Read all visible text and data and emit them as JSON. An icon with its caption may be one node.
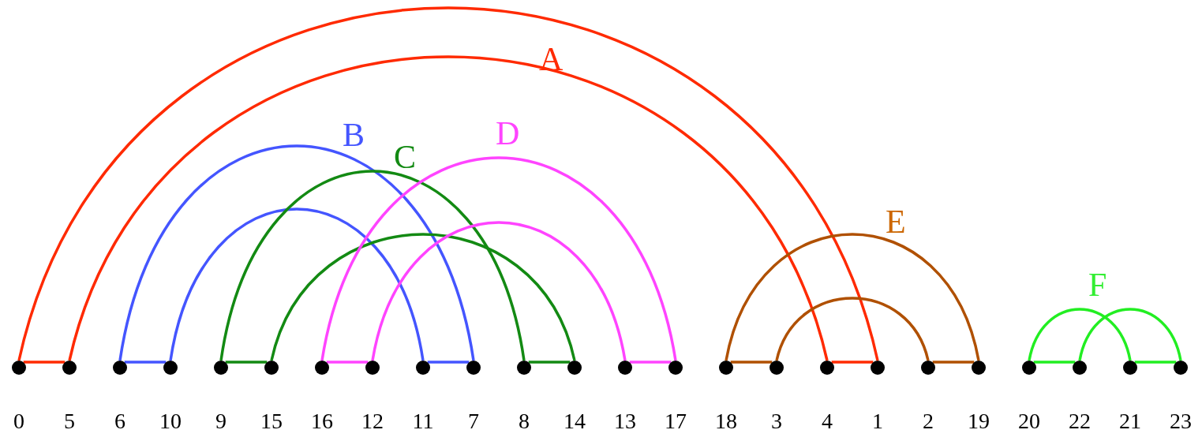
{
  "diagram": {
    "nodes": [
      {
        "text": [
          "0"
        ]
      },
      {
        "text": [
          "5"
        ]
      },
      {
        "text": [
          "6"
        ]
      },
      {
        "text": [
          "10"
        ]
      },
      {
        "text": [
          "9"
        ]
      },
      {
        "text": [
          "15"
        ]
      },
      {
        "text": [
          "16"
        ]
      },
      {
        "text": [
          "12"
        ]
      },
      {
        "text": [
          "11"
        ]
      },
      {
        "text": [
          "7"
        ]
      },
      {
        "text": [
          "8"
        ]
      },
      {
        "text": [
          "14"
        ]
      },
      {
        "text": [
          "13"
        ]
      },
      {
        "text": [
          "17"
        ]
      },
      {
        "text": [
          "18"
        ]
      },
      {
        "text": [
          "3"
        ]
      },
      {
        "text": [
          "4"
        ]
      },
      {
        "text": [
          "1"
        ]
      },
      {
        "text": [
          "2"
        ]
      },
      {
        "text": [
          "19"
        ]
      },
      {
        "text": [
          "20"
        ]
      },
      {
        "text": [
          "22"
        ]
      },
      {
        "text": [
          "21"
        ]
      },
      {
        "text": [
          "23"
        ]
      }
    ],
    "edges": [
      {
        "from": 0,
        "to": 17,
        "arrow": "none",
        "color": "#ff2a00"
      },
      {
        "from": 1,
        "to": 16,
        "arrow": "none",
        "color": "#ff2a00"
      },
      {
        "from": 0,
        "to": 1,
        "arrow": "none",
        "color": "#ff2a00"
      },
      {
        "from": 16,
        "to": 17,
        "arrow": "none",
        "color": "#ff2a00"
      },
      {
        "from": 2,
        "to": 9,
        "arrow": "none",
        "color": "#4455ff"
      },
      {
        "from": 3,
        "to": 8,
        "arrow": "none",
        "color": "#4455ff"
      },
      {
        "from": 2,
        "to": 3,
        "arrow": "none",
        "color": "#4455ff"
      },
      {
        "from": 8,
        "to": 9,
        "arrow": "none",
        "color": "#4455ff"
      },
      {
        "from": 4,
        "to": 10,
        "arrow": "none",
        "color": "#138a13"
      },
      {
        "from": 5,
        "to": 11,
        "arrow": "none",
        "color": "#138a13"
      },
      {
        "from": 4,
        "to": 5,
        "arrow": "none",
        "color": "#138a13"
      },
      {
        "from": 10,
        "to": 11,
        "arrow": "none",
        "color": "#138a13"
      },
      {
        "from": 6,
        "to": 13,
        "arrow": "none",
        "color": "#ff44ff"
      },
      {
        "from": 7,
        "to": 12,
        "arrow": "none",
        "color": "#ff44ff"
      },
      {
        "from": 6,
        "to": 7,
        "arrow": "none",
        "color": "#ff44ff"
      },
      {
        "from": 12,
        "to": 13,
        "arrow": "none",
        "color": "#ff44ff"
      },
      {
        "from": 14,
        "to": 19,
        "arrow": "none",
        "color": "#b05000"
      },
      {
        "from": 15,
        "to": 18,
        "arrow": "none",
        "color": "#b05000"
      },
      {
        "from": 14,
        "to": 15,
        "arrow": "none",
        "color": "#b05000"
      },
      {
        "from": 18,
        "to": 19,
        "arrow": "none",
        "color": "#b05000"
      },
      {
        "from": 20,
        "to": 22,
        "arrow": "none",
        "color": "#22ee22"
      },
      {
        "from": 21,
        "to": 23,
        "arrow": "none",
        "color": "#22ee22"
      },
      {
        "from": 20,
        "to": 21,
        "arrow": "none",
        "color": "#22ee22"
      },
      {
        "from": 22,
        "to": 23,
        "arrow": "none",
        "color": "#22ee22"
      }
    ],
    "labels": [
      "A",
      "B",
      "C",
      "D",
      "E",
      "F"
    ]
  }
}
